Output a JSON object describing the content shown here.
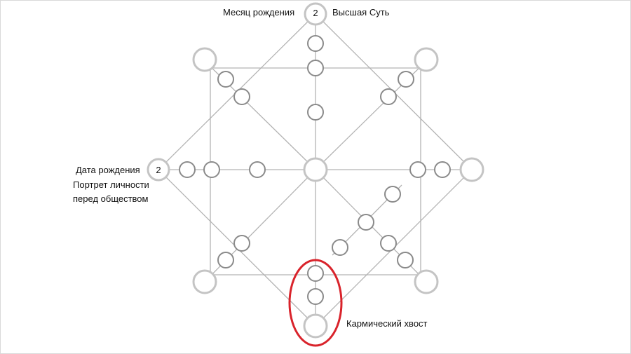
{
  "labels": {
    "month_of_birth": "Месяц рождения",
    "higher_essence": "Высшая Суть",
    "date_of_birth": "Дата рождения",
    "portrait_line1": "Портрет личности",
    "portrait_line2": "перед обществом",
    "karmic_tail": "Кармический хвост"
  },
  "values": {
    "top_node": "2",
    "left_node": "2"
  },
  "colors": {
    "line": "#b3b3b3",
    "node_outer": "#c4c4c4",
    "node_inner": "#8a8a8a",
    "highlight": "#d9232b",
    "text": "#111111"
  }
}
